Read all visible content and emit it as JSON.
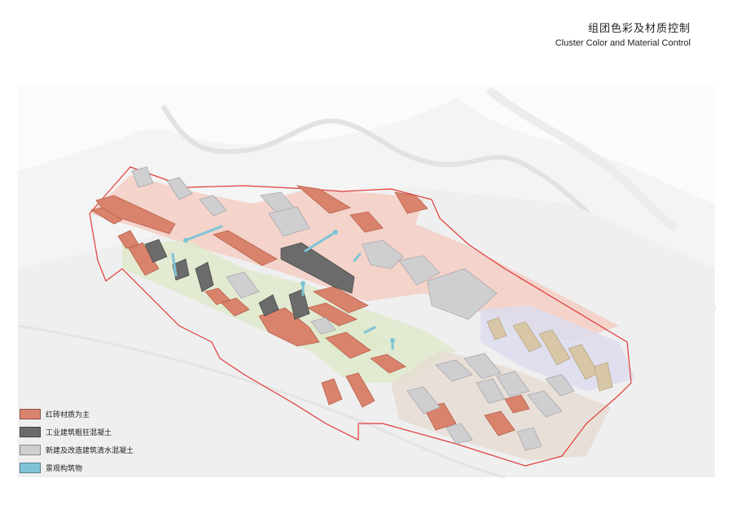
{
  "title": {
    "zh": "组团色彩及材质控制",
    "en": "Cluster Color and Material Control"
  },
  "colors": {
    "brick": "#d9826c",
    "brick_dark": "#b8634e",
    "industrial": "#6b6b6b",
    "industrial_dark": "#4a4a4a",
    "concrete": "#cfcfd1",
    "concrete_dark": "#a9a9ac",
    "landscape": "#7fc4d6",
    "tan": "#d8c7a6",
    "boundary": "#e03a3a",
    "zone_pink": "#f4c9bd",
    "zone_green": "#dfe9c9",
    "zone_lilac": "#dcdcef",
    "zone_beige": "#e6dcd2"
  },
  "legend": [
    {
      "label": "红砖材质为主",
      "color": "#d9826c",
      "icon": "brick-swatch"
    },
    {
      "label": "工业建筑粗狂混凝土",
      "color": "#6b6b6b",
      "icon": "industrial-swatch"
    },
    {
      "label": "新建及改造建筑清水混凝土",
      "color": "#cfcfd1",
      "icon": "concrete-swatch"
    },
    {
      "label": "景观构筑物",
      "color": "#7fc4d6",
      "icon": "landscape-swatch"
    }
  ]
}
